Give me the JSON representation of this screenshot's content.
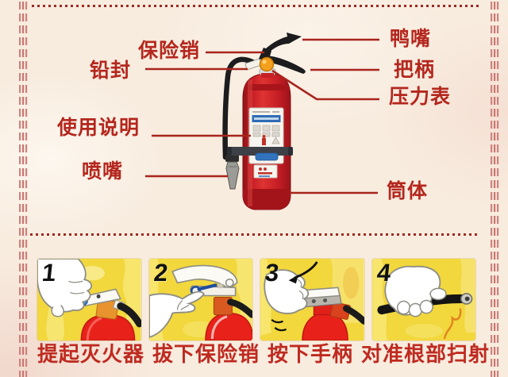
{
  "document": {
    "type": "fire-extinguisher-safety-infographic"
  },
  "parts_diagram": {
    "labels_left": [
      {
        "id": "safety-pin",
        "text": "保险销"
      },
      {
        "id": "lead-seal",
        "text": "铅封"
      },
      {
        "id": "instructions",
        "text": "使用说明"
      },
      {
        "id": "nozzle",
        "text": "喷嘴"
      }
    ],
    "labels_right": [
      {
        "id": "duck-bill",
        "text": "鸭嘴"
      },
      {
        "id": "handle",
        "text": "把柄"
      },
      {
        "id": "pressure-gauge",
        "text": "压力表"
      },
      {
        "id": "cylinder-body",
        "text": "筒体"
      }
    ]
  },
  "steps": [
    {
      "number": "1",
      "caption": "提起灭火器"
    },
    {
      "number": "2",
      "caption": "拔下保险销"
    },
    {
      "number": "3",
      "caption": "按下手柄"
    },
    {
      "number": "4",
      "caption": "对准根部扫射"
    }
  ],
  "colors": {
    "background": "#f8ecdf",
    "accent_red": "#a8251d",
    "label_text_red": "#b4271e",
    "caption_red": "#bf2a20",
    "border_pattern_pink": "#cf827c",
    "panel_yellow": "#f2d73d",
    "tank_red": "#d6232a",
    "gauge_orange": "#f5a01e",
    "extinguisher_label_blue": "#2f6cb3",
    "hose_black": "#1c1c1e"
  }
}
